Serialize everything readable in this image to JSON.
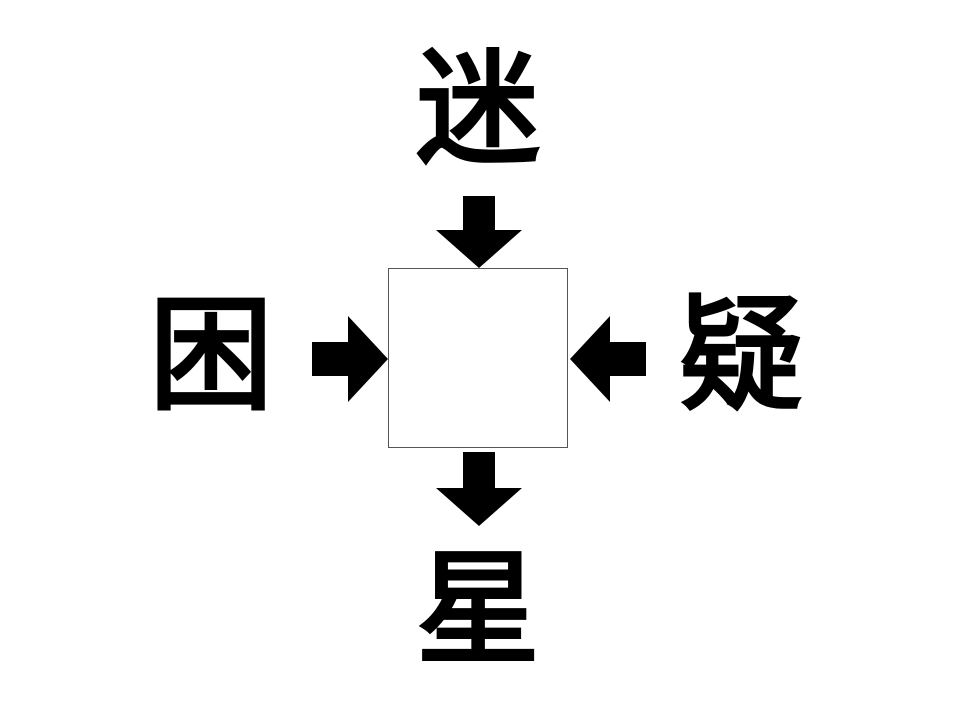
{
  "puzzle": {
    "top": "迷",
    "left": "困",
    "right": "疑",
    "bottom": "星",
    "answer": ""
  },
  "colors": {
    "ink": "#000000",
    "background": "#ffffff",
    "box_border": "#555555"
  },
  "icons": {
    "top": "arrow-down-icon",
    "bottom": "arrow-down-icon",
    "left": "arrow-right-icon",
    "right": "arrow-left-icon"
  }
}
